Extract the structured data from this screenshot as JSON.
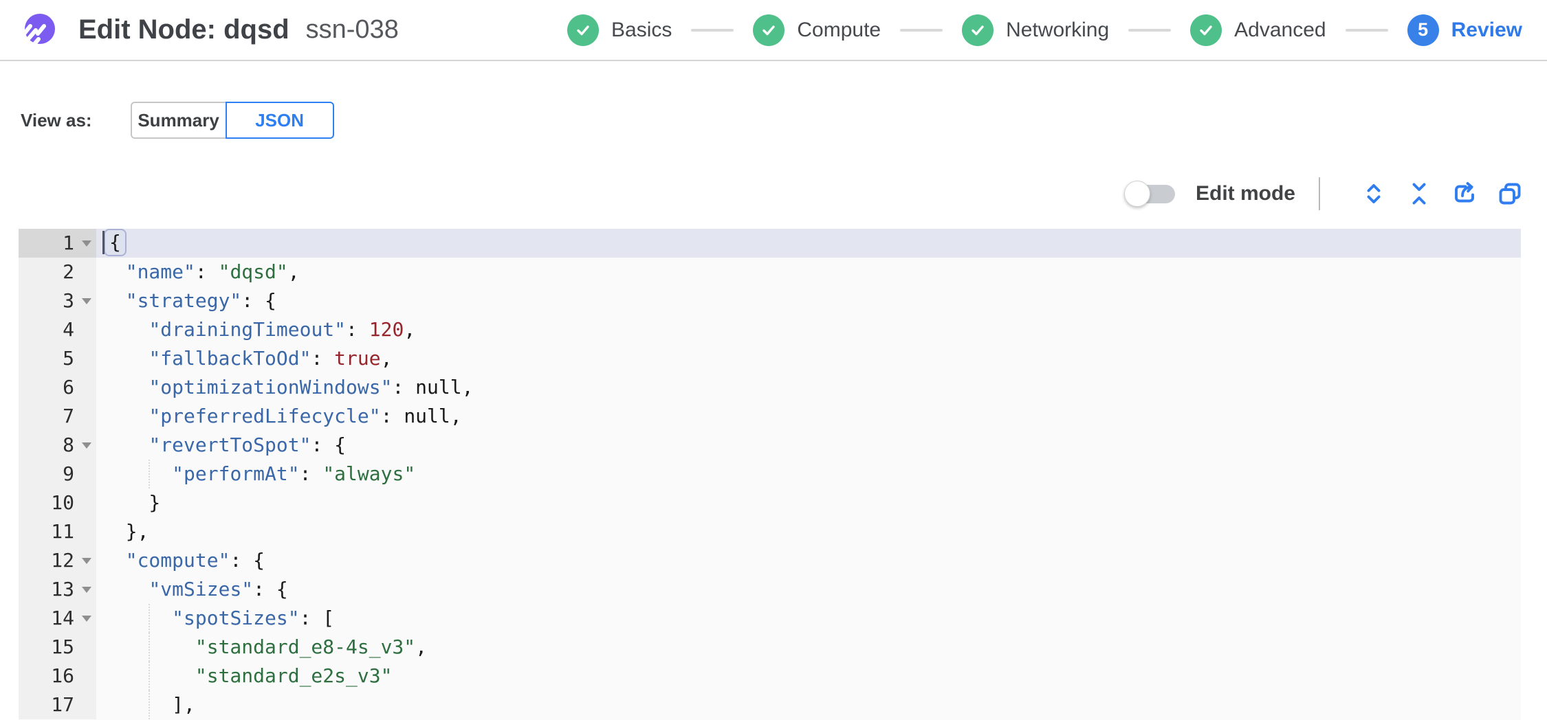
{
  "header": {
    "title": "Edit Node: dqsd",
    "subtitle": "ssn-038",
    "steps": [
      {
        "label": "Basics",
        "state": "done"
      },
      {
        "label": "Compute",
        "state": "done"
      },
      {
        "label": "Networking",
        "state": "done"
      },
      {
        "label": "Advanced",
        "state": "done"
      },
      {
        "label": "Review",
        "state": "current",
        "number": "5"
      }
    ]
  },
  "view_as": {
    "label": "View as:",
    "options": [
      {
        "label": "Summary",
        "selected": false
      },
      {
        "label": "JSON",
        "selected": true
      }
    ]
  },
  "toolbar": {
    "edit_mode_label": "Edit mode",
    "edit_mode_on": false,
    "icons": [
      "expand-all-icon",
      "collapse-all-icon",
      "export-icon",
      "copy-icon"
    ]
  },
  "colors": {
    "accent_blue": "#2f7df0",
    "step_green": "#4fc08a",
    "step_blue": "#3781e9",
    "logo_purple": "#7c5cf0",
    "json_key": "#3a67a8",
    "json_string": "#2e6f40",
    "json_number": "#96262c"
  },
  "editor": {
    "lines": [
      {
        "num": 1,
        "fold": true,
        "active": true,
        "cursor": true,
        "tokens": [
          [
            "bracket",
            "{"
          ]
        ]
      },
      {
        "num": 2,
        "tokens": [
          [
            "p",
            "  "
          ],
          [
            "k",
            "\"name\""
          ],
          [
            "p",
            ": "
          ],
          [
            "s",
            "\"dqsd\""
          ],
          [
            "p",
            ","
          ]
        ]
      },
      {
        "num": 3,
        "fold": true,
        "tokens": [
          [
            "p",
            "  "
          ],
          [
            "k",
            "\"strategy\""
          ],
          [
            "p",
            ": {"
          ]
        ]
      },
      {
        "num": 4,
        "tokens": [
          [
            "p",
            "    "
          ],
          [
            "k",
            "\"drainingTimeout\""
          ],
          [
            "p",
            ": "
          ],
          [
            "n",
            "120"
          ],
          [
            "p",
            ","
          ]
        ]
      },
      {
        "num": 5,
        "tokens": [
          [
            "p",
            "    "
          ],
          [
            "k",
            "\"fallbackToOd\""
          ],
          [
            "p",
            ": "
          ],
          [
            "b",
            "true"
          ],
          [
            "p",
            ","
          ]
        ]
      },
      {
        "num": 6,
        "tokens": [
          [
            "p",
            "    "
          ],
          [
            "k",
            "\"optimizationWindows\""
          ],
          [
            "p",
            ": "
          ],
          [
            "x",
            "null"
          ],
          [
            "p",
            ","
          ]
        ]
      },
      {
        "num": 7,
        "tokens": [
          [
            "p",
            "    "
          ],
          [
            "k",
            "\"preferredLifecycle\""
          ],
          [
            "p",
            ": "
          ],
          [
            "x",
            "null"
          ],
          [
            "p",
            ","
          ]
        ]
      },
      {
        "num": 8,
        "fold": true,
        "tokens": [
          [
            "p",
            "    "
          ],
          [
            "k",
            "\"revertToSpot\""
          ],
          [
            "p",
            ": {"
          ]
        ]
      },
      {
        "num": 9,
        "guides": [
          4
        ],
        "tokens": [
          [
            "p",
            "      "
          ],
          [
            "k",
            "\"performAt\""
          ],
          [
            "p",
            ": "
          ],
          [
            "s",
            "\"always\""
          ]
        ]
      },
      {
        "num": 10,
        "tokens": [
          [
            "p",
            "    }"
          ]
        ]
      },
      {
        "num": 11,
        "tokens": [
          [
            "p",
            "  },"
          ]
        ]
      },
      {
        "num": 12,
        "fold": true,
        "tokens": [
          [
            "p",
            "  "
          ],
          [
            "k",
            "\"compute\""
          ],
          [
            "p",
            ": {"
          ]
        ]
      },
      {
        "num": 13,
        "fold": true,
        "tokens": [
          [
            "p",
            "    "
          ],
          [
            "k",
            "\"vmSizes\""
          ],
          [
            "p",
            ": {"
          ]
        ]
      },
      {
        "num": 14,
        "fold": true,
        "guides": [
          4
        ],
        "tokens": [
          [
            "p",
            "      "
          ],
          [
            "k",
            "\"spotSizes\""
          ],
          [
            "p",
            ": ["
          ]
        ]
      },
      {
        "num": 15,
        "guides": [
          4
        ],
        "tokens": [
          [
            "p",
            "        "
          ],
          [
            "s",
            "\"standard_e8-4s_v3\""
          ],
          [
            "p",
            ","
          ]
        ]
      },
      {
        "num": 16,
        "guides": [
          4
        ],
        "tokens": [
          [
            "p",
            "        "
          ],
          [
            "s",
            "\"standard_e2s_v3\""
          ]
        ]
      },
      {
        "num": 17,
        "guides": [
          4
        ],
        "tokens": [
          [
            "p",
            "      ],"
          ]
        ]
      }
    ]
  }
}
